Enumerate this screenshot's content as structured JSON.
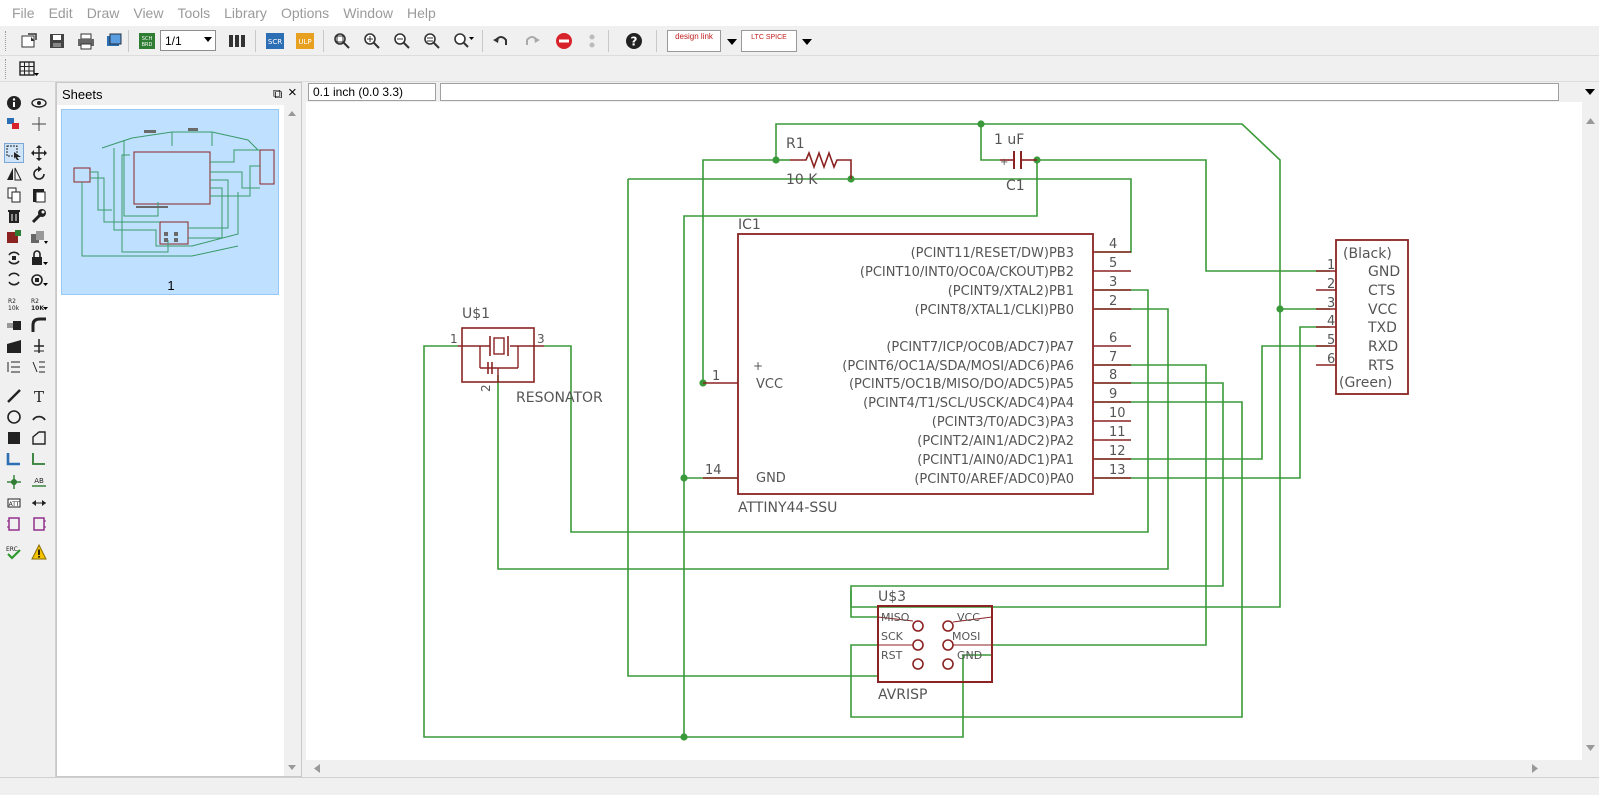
{
  "menu": {
    "items": [
      "File",
      "Edit",
      "Draw",
      "View",
      "Tools",
      "Library",
      "Options",
      "Window",
      "Help"
    ]
  },
  "toolbar": {
    "sheet_select_value": "1/1",
    "designlink_label": "design link",
    "ltspice_label": "LTC SPICE"
  },
  "sheets_panel": {
    "title": "Sheets",
    "sheet_number": "1"
  },
  "coord": {
    "display": "0.1 inch (0.0 3.3)"
  },
  "schematic": {
    "r1": {
      "name": "R1",
      "value": "10 K"
    },
    "c1": {
      "name": "C1",
      "value": "1 uF"
    },
    "ic1": {
      "name": "IC1",
      "device": "ATTINY44-SSU",
      "vcc_label": "VCC",
      "gnd_label": "GND",
      "vcc_pin": "1",
      "gnd_pin": "14",
      "plus_sign": "+",
      "pins_right": [
        {
          "label": "(PCINT11/RESET/DW)PB3",
          "pin": "4"
        },
        {
          "label": "(PCINT10/INT0/OC0A/CKOUT)PB2",
          "pin": "5"
        },
        {
          "label": "(PCINT9/XTAL2)PB1",
          "pin": "3"
        },
        {
          "label": "(PCINT8/XTAL1/CLKI)PB0",
          "pin": "2"
        },
        {
          "label": "(PCINT7/ICP/OC0B/ADC7)PA7",
          "pin": "6"
        },
        {
          "label": "(PCINT6/OC1A/SDA/MOSI/ADC6)PA6",
          "pin": "7"
        },
        {
          "label": "(PCINT5/OC1B/MISO/DO/ADC5)PA5",
          "pin": "8"
        },
        {
          "label": "(PCINT4/T1/SCL/USCK/ADC4)PA4",
          "pin": "9"
        },
        {
          "label": "(PCINT3/T0/ADC3)PA3",
          "pin": "10"
        },
        {
          "label": "(PCINT2/AIN1/ADC2)PA2",
          "pin": "11"
        },
        {
          "label": "(PCINT1/AIN0/ADC1)PA1",
          "pin": "12"
        },
        {
          "label": "(PCINT0/AREF/ADC0)PA0",
          "pin": "13"
        }
      ]
    },
    "u1": {
      "name": "U$1",
      "device": "RESONATOR",
      "pin1": "1",
      "pin2": "2",
      "pin3": "3"
    },
    "u3": {
      "name": "U$3",
      "device": "AVRISP",
      "left_pins": [
        "MISO",
        "SCK",
        "RST"
      ],
      "right_pins": [
        "VCC",
        "MOSI",
        "GND"
      ]
    },
    "ftdi": {
      "top_label": "(Black)",
      "bottom_label": "(Green)",
      "pins": [
        {
          "num": "1",
          "label": "GND"
        },
        {
          "num": "2",
          "label": "CTS"
        },
        {
          "num": "3",
          "label": "VCC"
        },
        {
          "num": "4",
          "label": "TXD"
        },
        {
          "num": "5",
          "label": "RXD"
        },
        {
          "num": "6",
          "label": "RTS"
        }
      ]
    }
  },
  "colors": {
    "wire": "#3a9a3a",
    "part": "#8b2323",
    "pin": "#8b2323",
    "text": "#555555",
    "sheet_highlight": "#bfe0ff"
  }
}
